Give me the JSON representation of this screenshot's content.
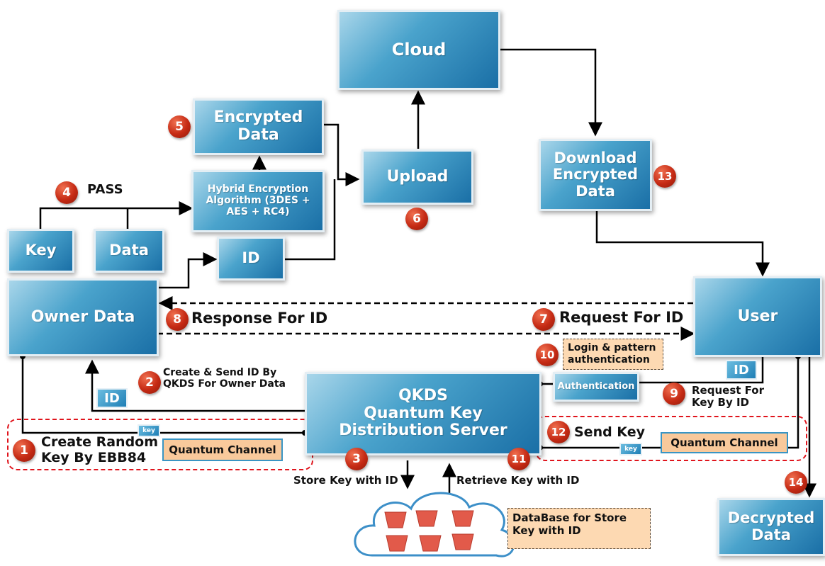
{
  "nodes": {
    "cloud": "Cloud",
    "encrypted_data": "Encrypted Data",
    "hybrid_algorithm": "Hybrid Encryption Algorithm (3DES + AES + RC4)",
    "upload": "Upload",
    "download": "Download Encrypted Data",
    "key": "Key",
    "data": "Data",
    "id": "ID",
    "owner_data": "Owner Data",
    "user": "User",
    "qkds_line1": "QKDS",
    "qkds_line2": "Quantum Key Distribution Server",
    "authentication": "Authentication",
    "decrypted_data": "Decrypted Data"
  },
  "tags": {
    "id_left": "ID",
    "id_right": "ID",
    "key_left": "key",
    "key_right": "key"
  },
  "labels": {
    "pass": "PASS",
    "response": "Response For ID",
    "request": "Request For ID",
    "create_send_id": "Create & Send ID By QKDS For Owner Data",
    "create_random_key": "Create Random Key By EBB84",
    "request_key": "Request For Key By ID",
    "send_key": "Send Key",
    "store_key": "Store Key with ID",
    "retrieve_key": "Retrieve Key with ID"
  },
  "notes": {
    "login": "Login & pattern authentication",
    "database": "DataBase for Store Key with ID"
  },
  "channels": {
    "left": "Quantum Channel",
    "right": "Quantum Channel"
  },
  "badges": [
    "1",
    "2",
    "3",
    "4",
    "5",
    "6",
    "7",
    "8",
    "9",
    "10",
    "11",
    "12",
    "13",
    "14"
  ],
  "colors": {
    "box_light": "#a9d6ea",
    "box_dark": "#1a6fa6",
    "badge": "#c52a14",
    "dashed_region": "#e0141c",
    "note_fill": "#fdd9b2",
    "channel_fill": "#f9c99b",
    "bucket": "#e25a4a"
  }
}
